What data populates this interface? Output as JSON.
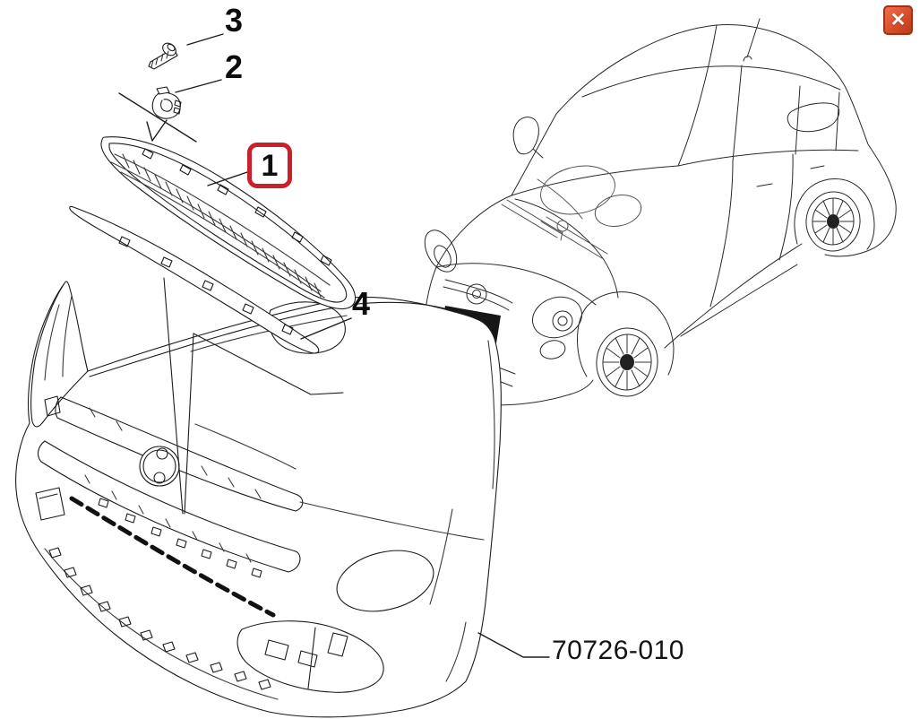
{
  "colors": {
    "highlight": "#cb1f2b",
    "close_bg": "#d94e2b",
    "close_border": "#a03017",
    "ink": "#1c1c1c"
  },
  "close": {
    "glyph": "✕",
    "icon": "close-x-icon"
  },
  "callouts": {
    "item1": {
      "label": "1",
      "highlighted": true
    },
    "item2": {
      "label": "2",
      "highlighted": false
    },
    "item3": {
      "label": "3",
      "highlighted": false
    },
    "item4": {
      "label": "4",
      "highlighted": false
    }
  },
  "part_number": "70726-010"
}
